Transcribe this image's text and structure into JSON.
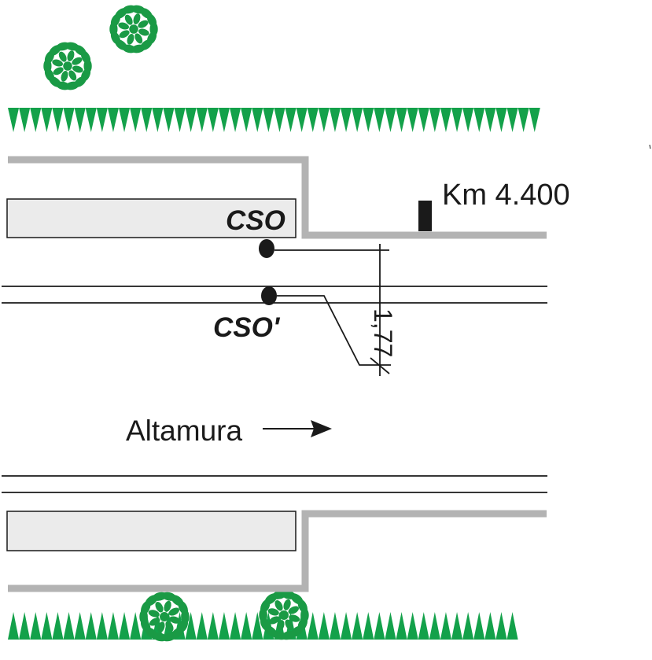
{
  "labels": {
    "cso": "CSO",
    "cso_prime": "CSO'",
    "km": "Km 4.400",
    "dimension": "1,77",
    "direction": "Altamura"
  },
  "colors": {
    "grass": "#13a14a",
    "tree": "#1a9a45",
    "curb": "#b3b3b3",
    "platform_fill": "#ebebeb",
    "line": "#1a1a1a",
    "marker": "#1a1a1a"
  },
  "icons": {
    "tree": "tree-icon",
    "grass": "grass-strip",
    "arrow": "arrow-right-icon",
    "point": "survey-point-icon",
    "km_post": "km-post-icon"
  }
}
